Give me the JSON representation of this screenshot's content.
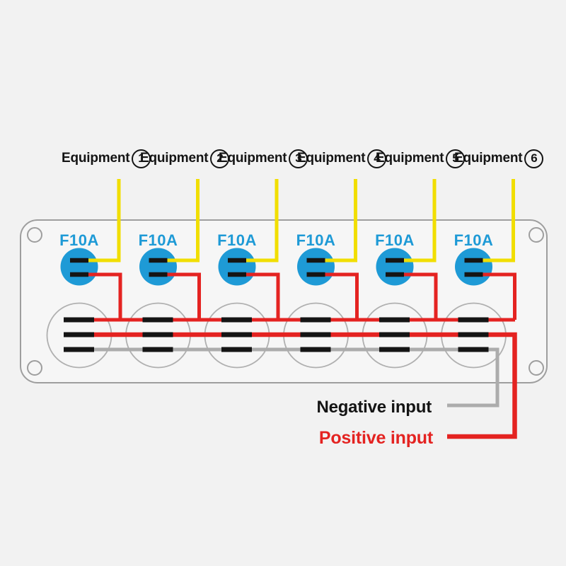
{
  "equipment": {
    "items": [
      {
        "label": "Equipment",
        "number": "1"
      },
      {
        "label": "Equipment",
        "number": "2"
      },
      {
        "label": "Equipment",
        "number": "3"
      },
      {
        "label": "Equipment",
        "number": "4"
      },
      {
        "label": "Equipment",
        "number": "5"
      },
      {
        "label": "Equipment",
        "number": "6"
      }
    ]
  },
  "panel": {
    "fuses": [
      {
        "label": "F10A"
      },
      {
        "label": "F10A"
      },
      {
        "label": "F10A"
      },
      {
        "label": "F10A"
      },
      {
        "label": "F10A"
      },
      {
        "label": "F10A"
      }
    ]
  },
  "legend": {
    "negative": "Negative input",
    "positive": "Positive input"
  },
  "colors": {
    "background": "#F2F2F2",
    "panel_fill": "#F6F6F6",
    "panel_outline": "#9E9E9E",
    "switch_outline": "#B0B0B0",
    "fuse_fill": "#1E9AD6",
    "fuse_label": "#1E9AD6",
    "wire_equipment": "#F1DE00",
    "wire_positive": "#E42321",
    "wire_negative": "#ACACAC",
    "terminal": "#151515",
    "text_dark": "#141414"
  }
}
